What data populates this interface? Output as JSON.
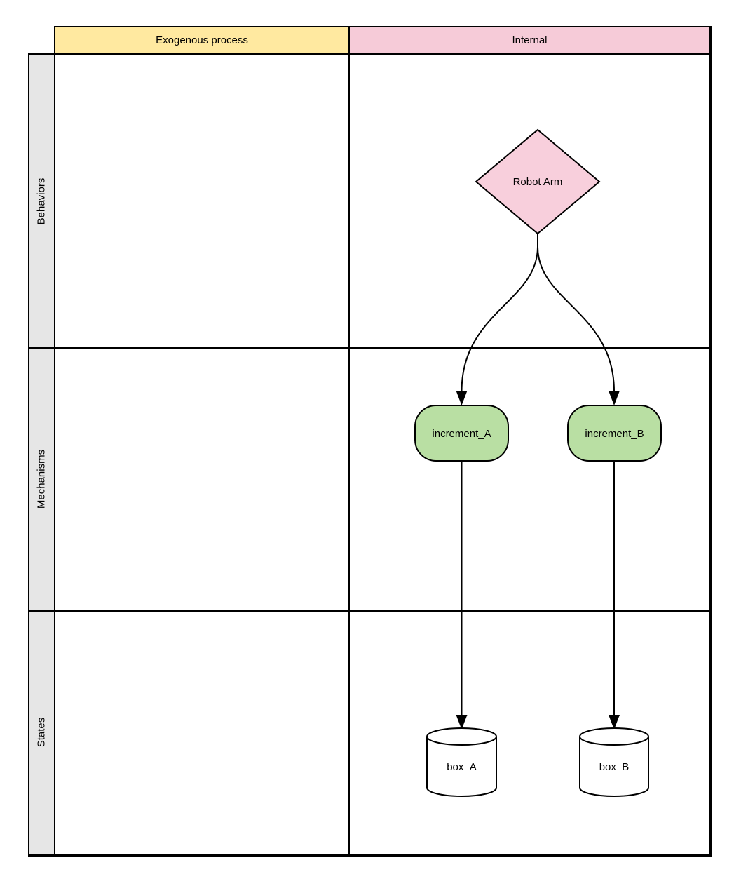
{
  "diagram": {
    "columns": [
      {
        "id": "exogenous",
        "label": "Exogenous process"
      },
      {
        "id": "internal",
        "label": "Internal"
      }
    ],
    "rows": [
      {
        "id": "behaviors",
        "label": "Behaviors"
      },
      {
        "id": "mechanisms",
        "label": "Mechanisms"
      },
      {
        "id": "states",
        "label": "States"
      }
    ],
    "nodes": {
      "robot_arm": {
        "label": "Robot Arm",
        "shape": "diamond",
        "column": "internal",
        "row": "behaviors"
      },
      "increment_a": {
        "label": "increment_A",
        "shape": "rounded-rect",
        "column": "internal",
        "row": "mechanisms"
      },
      "increment_b": {
        "label": "increment_B",
        "shape": "rounded-rect",
        "column": "internal",
        "row": "mechanisms"
      },
      "box_a": {
        "label": "box_A",
        "shape": "cylinder",
        "column": "internal",
        "row": "states"
      },
      "box_b": {
        "label": "box_B",
        "shape": "cylinder",
        "column": "internal",
        "row": "states"
      }
    },
    "edges": [
      {
        "from": "robot_arm",
        "to": "increment_a",
        "style": "curved-arrow"
      },
      {
        "from": "robot_arm",
        "to": "increment_b",
        "style": "curved-arrow"
      },
      {
        "from": "increment_a",
        "to": "box_a",
        "style": "straight-arrow"
      },
      {
        "from": "increment_b",
        "to": "box_b",
        "style": "straight-arrow"
      }
    ],
    "colors": {
      "header_yellow": "#ffe9a0",
      "header_pink": "#f6cbd8",
      "node_pink": "#f8cfdc",
      "node_green": "#b9dfa3",
      "row_label_bg": "#e6e6e6",
      "cylinder_fill": "#ffffff",
      "line_color": "#000000"
    }
  }
}
